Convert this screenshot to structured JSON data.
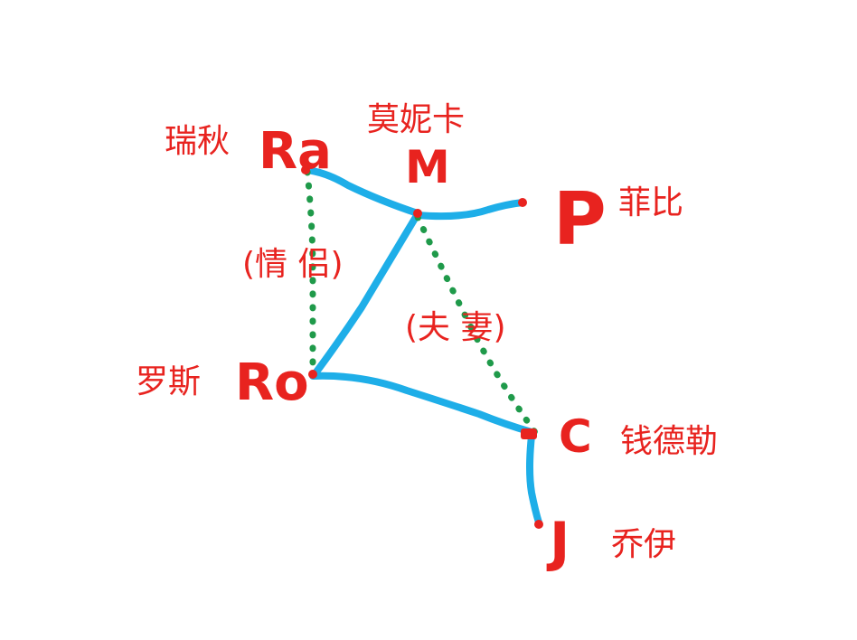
{
  "colors": {
    "label": "#e8231f",
    "link": "#1eaee8",
    "relation": "#1f9a4a",
    "node": "#e8231f"
  },
  "people": {
    "rachel": {
      "name": "瑞秋",
      "initial": "Ra"
    },
    "monica": {
      "name": "莫妮卡",
      "initial": "M"
    },
    "phoebe": {
      "name": "菲比",
      "initial": "P"
    },
    "ross": {
      "name": "罗斯",
      "initial": "Ro"
    },
    "chandler": {
      "name": "钱德勒",
      "initial": "C"
    },
    "joey": {
      "name": "乔伊",
      "initial": "J"
    }
  },
  "relations": {
    "couple": {
      "label": "(情 侣)"
    },
    "spouses": {
      "label": "(夫 妻)"
    }
  }
}
